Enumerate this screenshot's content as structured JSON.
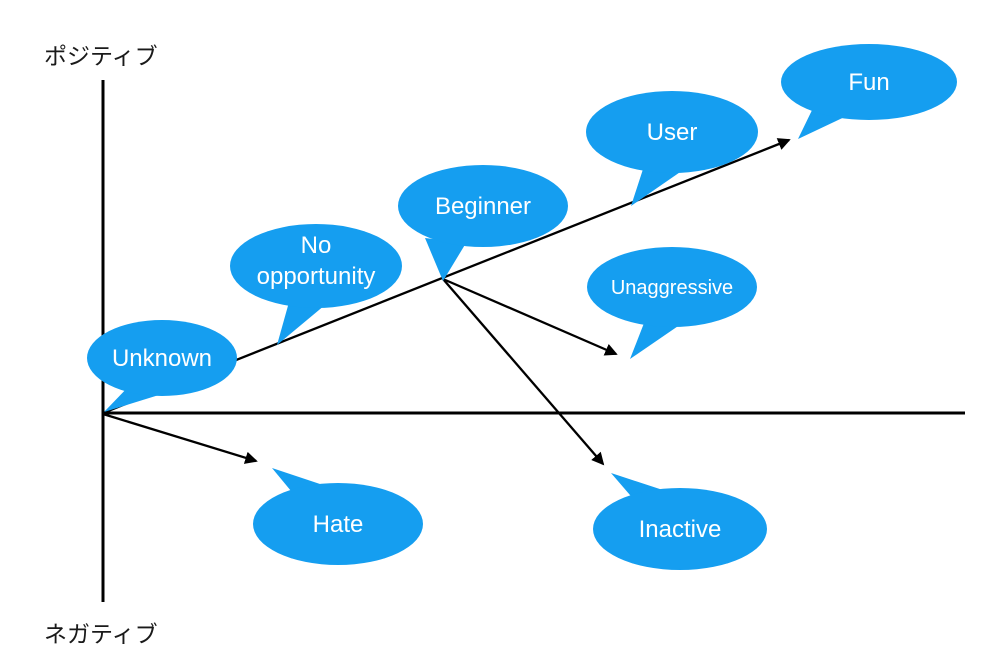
{
  "diagram": {
    "type": "positioning-map",
    "colors": {
      "bubble_fill": "#159EF0",
      "bubble_text": "#ffffff",
      "axis_color": "#000000",
      "arrow_color": "#000000"
    },
    "axis_labels": {
      "positive": "ポジティブ",
      "negative": "ネガティブ"
    },
    "bubbles": [
      {
        "id": "unknown",
        "label": "Unknown"
      },
      {
        "id": "no-opportunity",
        "lines": [
          "No",
          "opportunity"
        ]
      },
      {
        "id": "beginner",
        "label": "Beginner"
      },
      {
        "id": "user",
        "label": "User"
      },
      {
        "id": "fun",
        "label": "Fun"
      },
      {
        "id": "unaggressive",
        "label": "Unaggressive"
      },
      {
        "id": "hate",
        "label": "Hate"
      },
      {
        "id": "inactive",
        "label": "Inactive"
      }
    ],
    "arrows": [
      {
        "from": "origin",
        "to": "fun"
      },
      {
        "from": "origin",
        "to": "hate"
      },
      {
        "from": "beginner-branch",
        "to": "unaggressive"
      },
      {
        "from": "beginner-branch",
        "to": "inactive"
      }
    ]
  }
}
